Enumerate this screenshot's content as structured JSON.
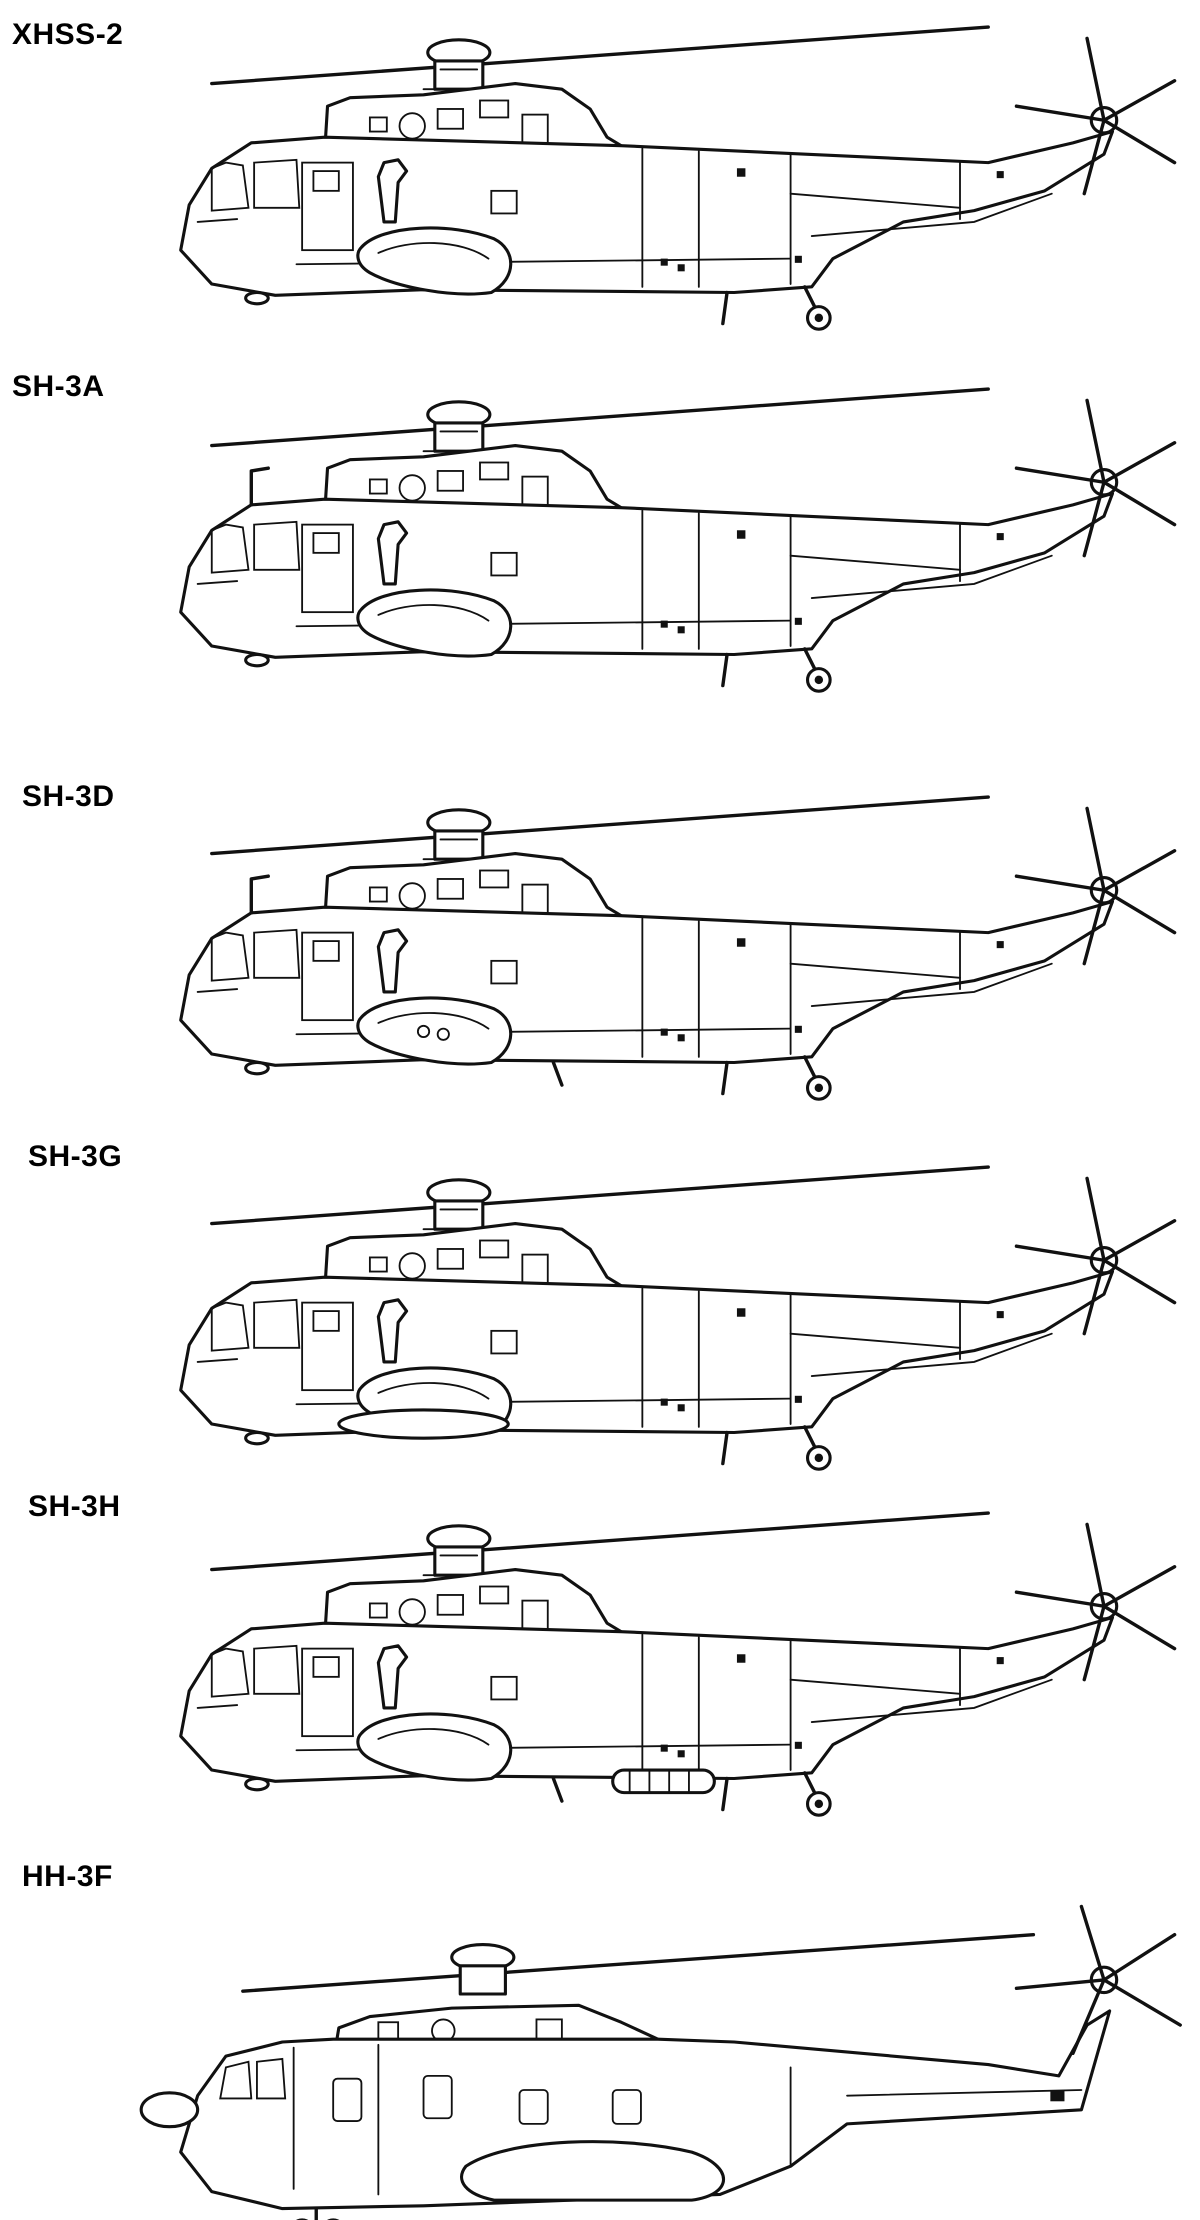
{
  "variants": [
    {
      "name": "XHSS-2"
    },
    {
      "name": "SH-3A"
    },
    {
      "name": "SH-3D"
    },
    {
      "name": "SH-3G"
    },
    {
      "name": "SH-3H"
    },
    {
      "name": "HH-3F"
    }
  ]
}
